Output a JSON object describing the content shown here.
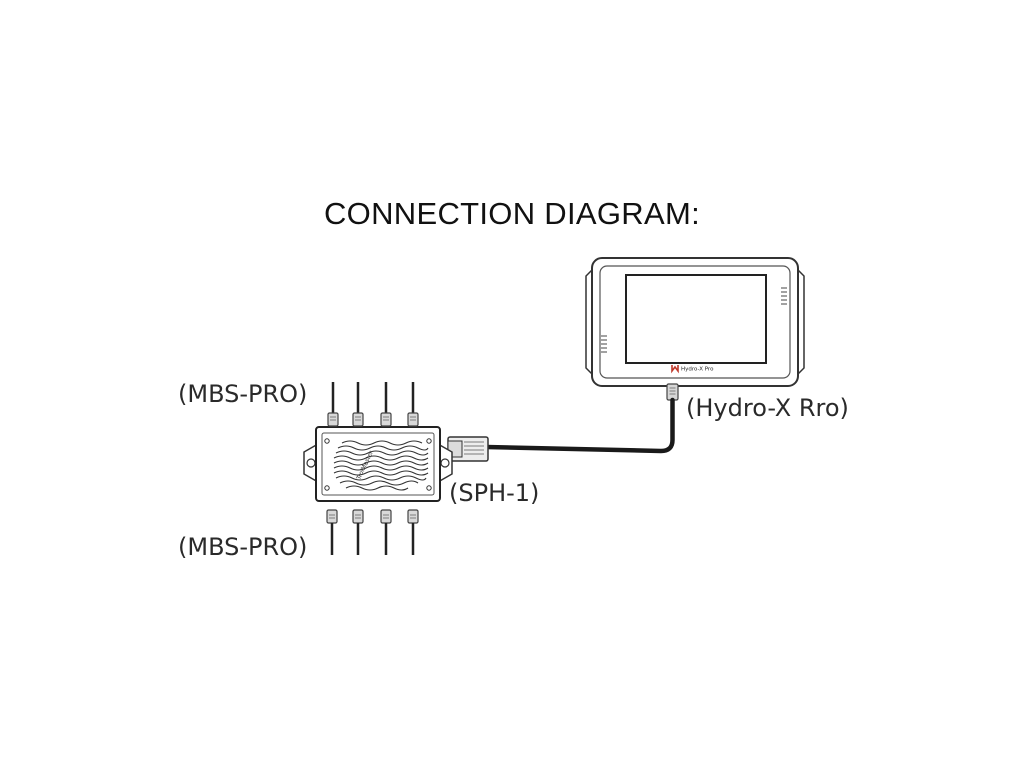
{
  "title": "CONNECTION DIAGRAM:",
  "labels": {
    "mbs_top": "(MBS-PRO)",
    "mbs_bottom": "(MBS-PRO)",
    "splitter": "(SPH-1)",
    "controller": "(Hydro-X Rro)"
  },
  "device_text": {
    "controller_brand": "Hydro-X Pro",
    "splitter_brand": "TrolMaster"
  }
}
